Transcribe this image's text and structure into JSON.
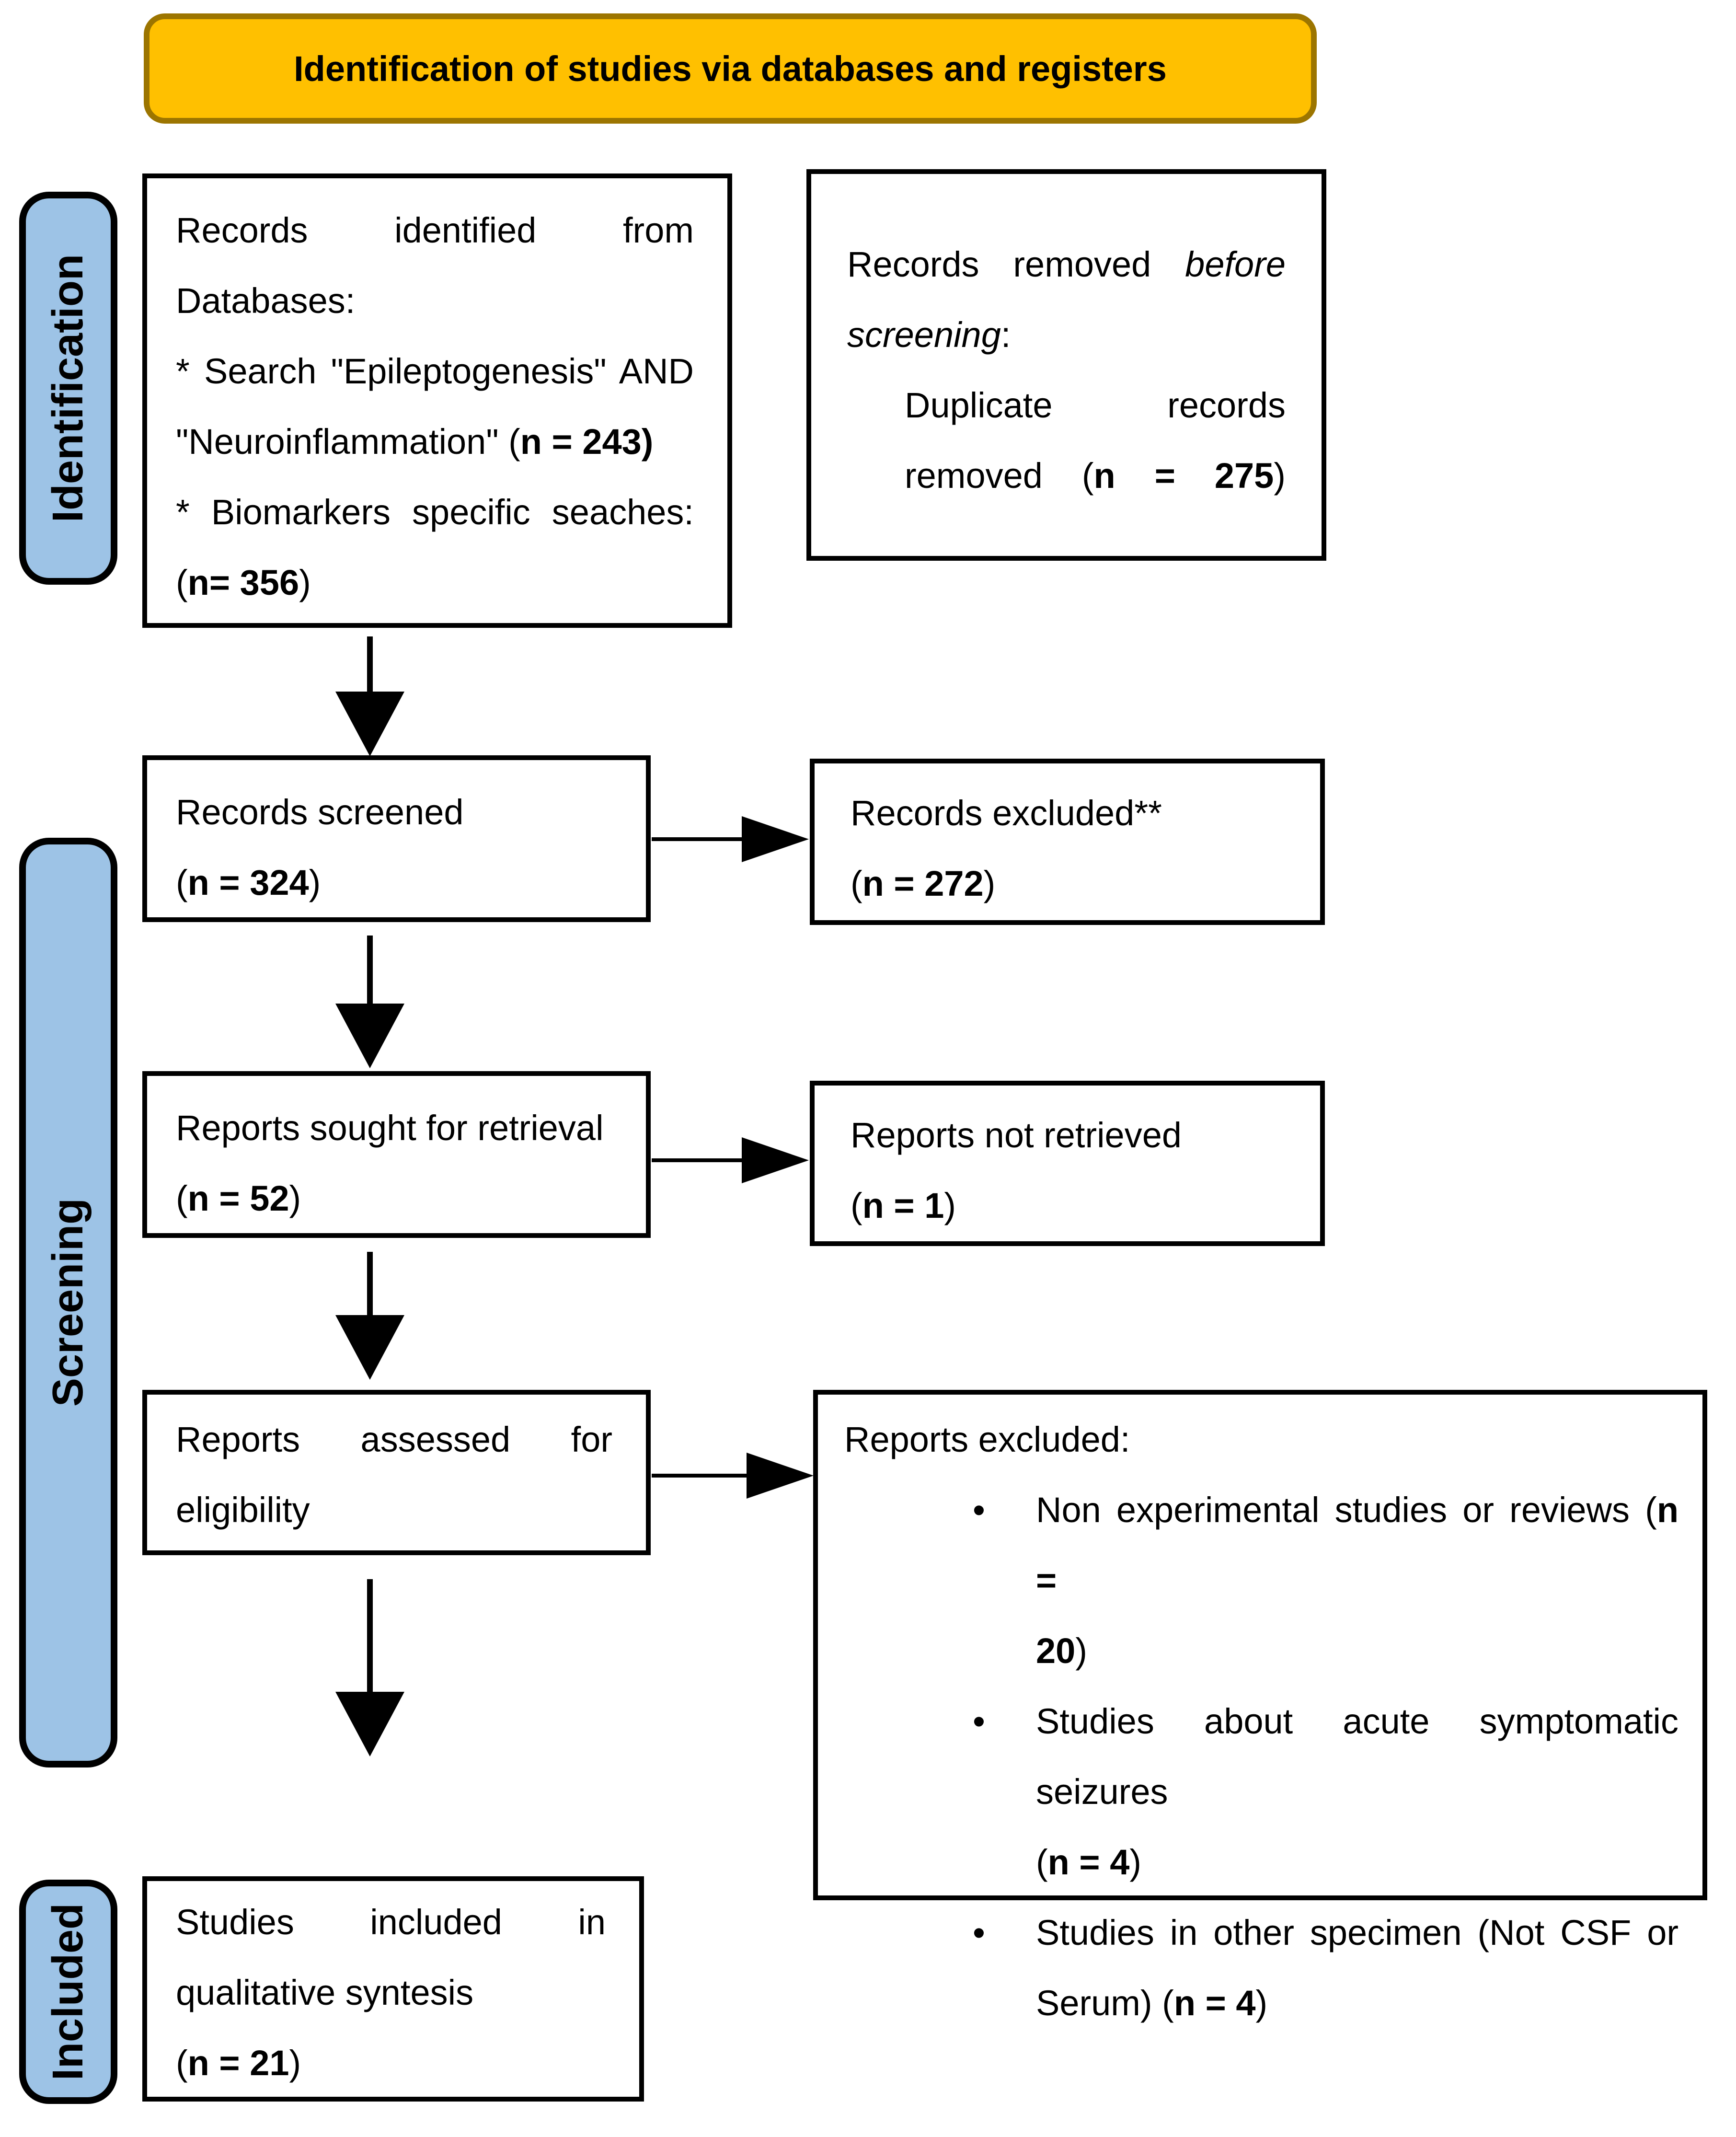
{
  "banner": {
    "title": "Identification of studies via databases and registers"
  },
  "stage_labels": {
    "identification": "Identification",
    "screening": "Screening",
    "included": "Included"
  },
  "bullet_glyph": "•",
  "colors": {
    "banner_fill": "#FFC000",
    "banner_border": "#9C7500",
    "stage_fill": "#9DC3E6",
    "box_border": "#000000",
    "background": "#FFFFFF"
  },
  "boxes": {
    "identified": {
      "l1": "Records identified from",
      "l2": "Databases:",
      "l3": "* Search \"Epileptogenesis\" AND",
      "l4_pre": "\"Neuroinflammation\" (",
      "l4_bold": "n = 243)",
      "l5": "* Biomarkers specific seaches:",
      "l6_open": "(",
      "l6_bold": "n= 356",
      "l6_close": ")"
    },
    "removed": {
      "l1_pre": "Records removed",
      "l1_italic": "before",
      "l2_italic": "screening",
      "l2_colon": ":",
      "l3": "Duplicate records",
      "l4_word": "removed",
      "l4_open": "(",
      "l4_bold": "n = 275",
      "l4_close": ")"
    },
    "screened": {
      "label": "Records screened",
      "n_open": "(",
      "n_bold": "n = 324",
      "n_close": ")"
    },
    "records_excluded": {
      "label": "Records excluded**",
      "n_open": "(",
      "n_bold": "n = 272",
      "n_close": ")"
    },
    "sought": {
      "label": "Reports sought for retrieval",
      "n_open": "(",
      "n_bold": "n = 52",
      "n_close": ")"
    },
    "not_retrieved": {
      "label": "Reports not retrieved",
      "n_open": "(",
      "n_bold": "n = 1",
      "n_close": ")"
    },
    "assessed": {
      "l1": "Reports assessed for",
      "l2": "eligibility"
    },
    "reports_excluded": {
      "heading": "Reports excluded:",
      "b1_l1": "Non experimental studies or reviews",
      "b1_open": "(",
      "b1_bold": "n =",
      "b1_l2_bold": "20",
      "b1_l2_close": ")",
      "b2_l1": "Studies about acute symptomatic seizures",
      "b2_open": "(",
      "b2_bold": "n = 4",
      "b2_close": ")",
      "b3_l1": "Studies in other specimen (Not CSF or",
      "b3_l2_pre": "Serum) (",
      "b3_bold": "n = 4",
      "b3_close": ")"
    },
    "included": {
      "l1": "Studies included in",
      "l2": "qualitative syntesis",
      "n_open": "(",
      "n_bold": "n = 21",
      "n_close": ")"
    }
  }
}
